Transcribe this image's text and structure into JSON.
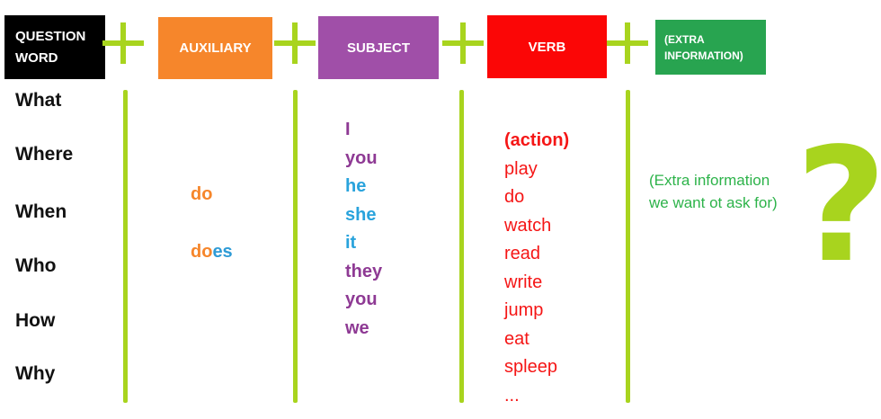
{
  "colors": {
    "lime": "#a8d41e",
    "ink": "#111111",
    "box_black": "#000000",
    "box_orange": "#f6862b",
    "box_purple": "#a04fa8",
    "box_red": "#fb0606",
    "box_green": "#28a450",
    "text_orange": "#f6862b",
    "text_blue": "#2e9bd6",
    "subject_purple": "#8e3a94",
    "subject_blue": "#29a3dc",
    "verb_red": "#f51616",
    "note_green": "#2db34a"
  },
  "formula": {
    "plus": "+",
    "boxes": [
      {
        "id": "question-word",
        "label": "QUESTION\nWORD",
        "bg": "#000000"
      },
      {
        "id": "auxiliary",
        "label": "AUXILIARY",
        "bg": "#f6862b"
      },
      {
        "id": "subject",
        "label": "SUBJECT",
        "bg": "#a04fa8"
      },
      {
        "id": "verb",
        "label": "VERB",
        "bg": "#fb0606"
      },
      {
        "id": "extra-information",
        "label": "(EXTRA\nINFORMATION)",
        "bg": "#28a450"
      }
    ]
  },
  "question_words": [
    "What",
    "Where",
    "When",
    "Who",
    "How",
    "Why"
  ],
  "auxiliary": {
    "do": "do",
    "does_part1": "do",
    "does_part2": "es"
  },
  "subjects": [
    {
      "text": "I",
      "color": "#8e3a94"
    },
    {
      "text": "you",
      "color": "#8e3a94"
    },
    {
      "text": "he",
      "color": "#29a3dc"
    },
    {
      "text": "she",
      "color": "#29a3dc"
    },
    {
      "text": "it",
      "color": "#29a3dc"
    },
    {
      "text": "they",
      "color": "#8e3a94"
    },
    {
      "text": "you",
      "color": "#8e3a94"
    },
    {
      "text": "we",
      "color": "#8e3a94"
    }
  ],
  "verbs": {
    "header": "(action)",
    "items": [
      "play",
      "do",
      "watch",
      "read",
      "write",
      "jump",
      "eat",
      "spleep",
      "..."
    ]
  },
  "extra_note": "(Extra information\nwe want ot ask for)",
  "question_mark": "?"
}
